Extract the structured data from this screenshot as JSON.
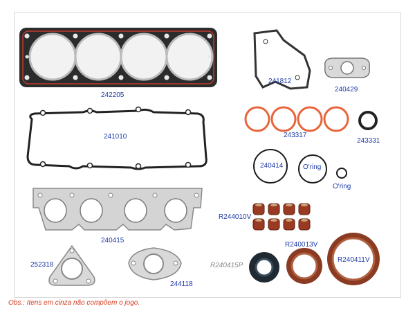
{
  "parts": {
    "cylinder_head_gasket": "242205",
    "valve_cover_gasket": "241010",
    "exhaust_manifold_gasket": "240415",
    "flange_gasket_a": "252318",
    "flange_gasket_b": "244118",
    "timing_cover_gasket": "241812",
    "egr_gasket": "240429",
    "intake_rings": "243317",
    "small_ring": "243331",
    "oring_large_code": "240414",
    "oring_large_label": "O'ring",
    "oring_small_label": "O'ring",
    "valve_seals": "R244010V",
    "seal_gray": "R240415P",
    "seal_mid": "R240013V",
    "seal_large": "R240411V"
  },
  "footnote": "Obs.: Itens em cinza não compõem o jogo.",
  "colors": {
    "label": "#1e3aa8",
    "label_gray": "#8a8a8a",
    "note": "#d23b20",
    "orange_ring": "#e8643a",
    "seal_brown": "#8a3b22"
  }
}
